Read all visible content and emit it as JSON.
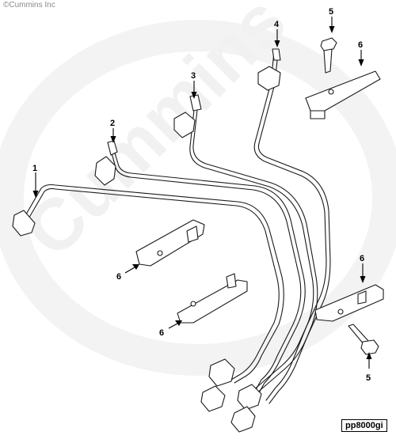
{
  "copyright": "©Cummins Inc",
  "watermark": "Cummins",
  "figure_id": "pp8000gi",
  "callouts": {
    "c1": "1",
    "c2": "2",
    "c3": "3",
    "c4": "4",
    "c5_top": "5",
    "c6_top": "6",
    "c6_left": "6",
    "c6_mid": "6",
    "c6_right": "6",
    "c5_bottom": "5"
  }
}
